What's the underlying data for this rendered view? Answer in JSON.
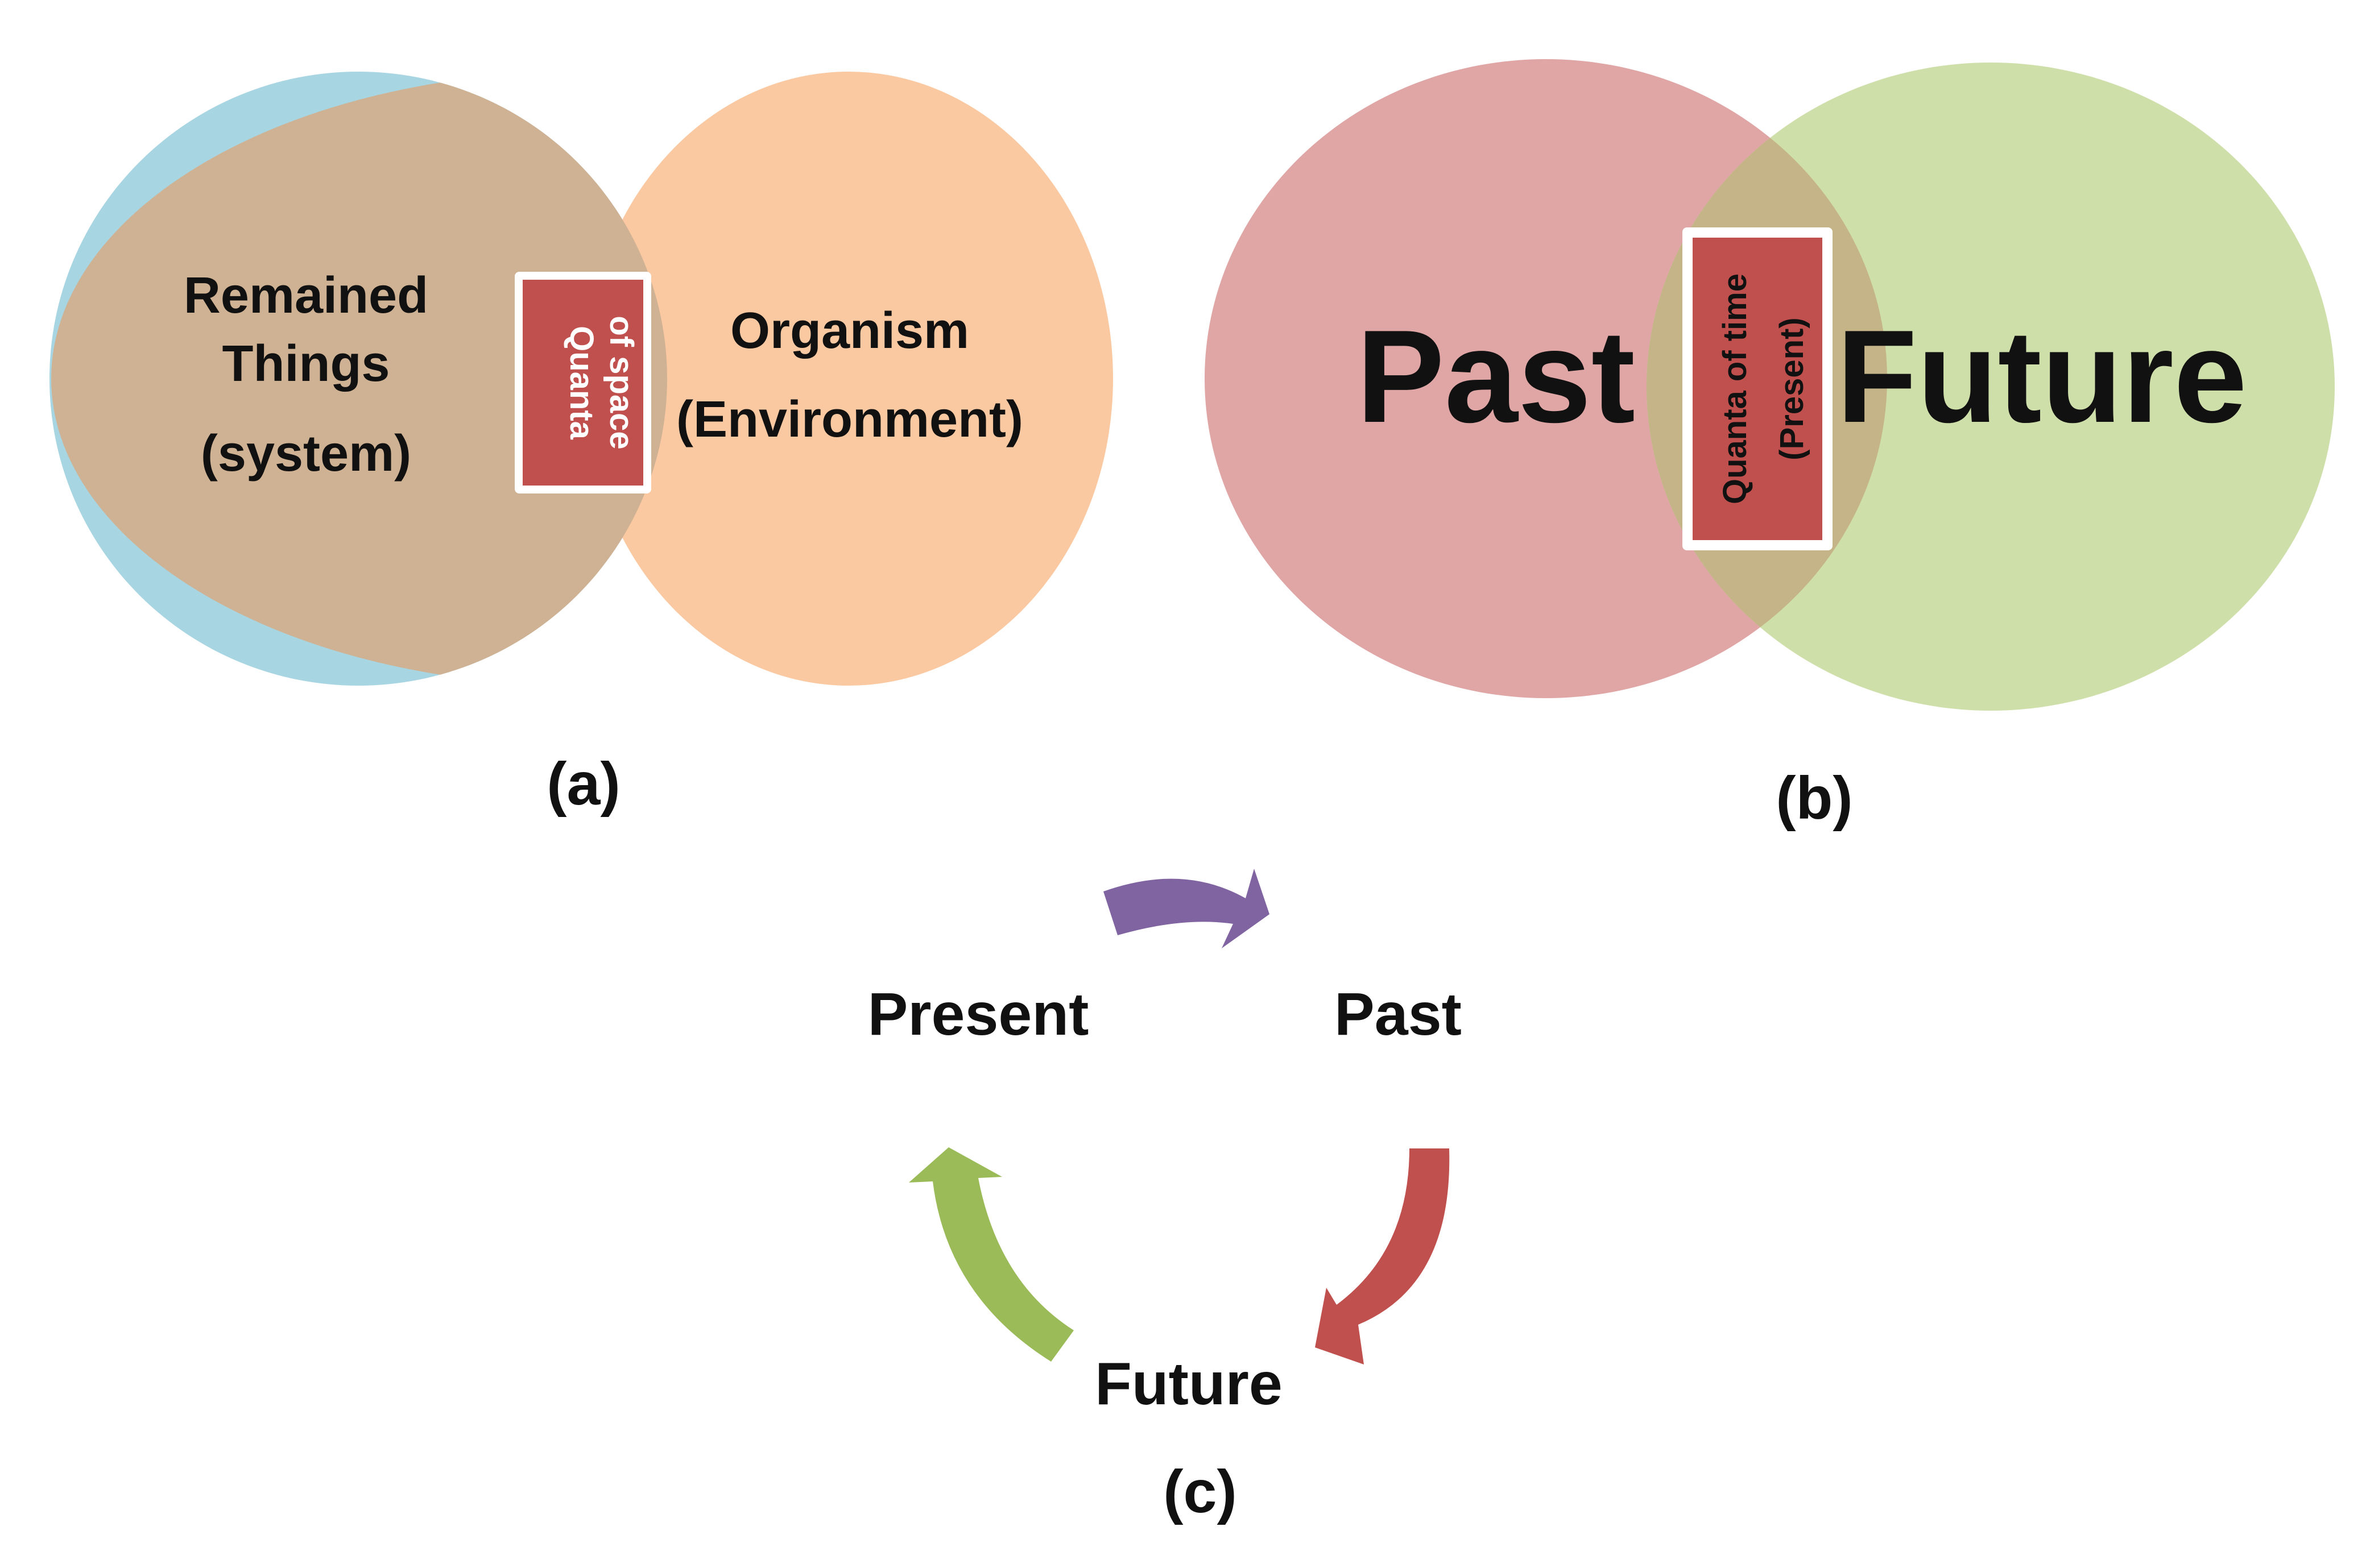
{
  "panel_a": {
    "left_circle": {
      "line1": "Remained",
      "line2": "Things",
      "line3": "(system)",
      "color": "#a8d5e2"
    },
    "right_circle": {
      "line1": "Organism",
      "line2": "(Environment)",
      "color": "#fac9a1"
    },
    "overlap_color": "#cfb293",
    "box": {
      "line1": "Quanta",
      "line2": "of space",
      "color": "#c0504d"
    },
    "caption": "(a)"
  },
  "panel_b": {
    "left_circle": {
      "label": "Past",
      "color": "#e0a6a6"
    },
    "right_circle": {
      "label": "Future",
      "color": "#cfdfaa"
    },
    "overlap_color": "#c4b487",
    "box": {
      "line1": "Quanta of time",
      "line2": "(Present)",
      "color": "#c0504d"
    },
    "caption": "(b)"
  },
  "panel_c": {
    "labels": {
      "present": "Present",
      "past": "Past",
      "future": "Future"
    },
    "arrows": {
      "present_to_past": {
        "color": "#8064a2",
        "icon": "curved-arrow-icon"
      },
      "past_to_future": {
        "color": "#c0504d",
        "icon": "curved-arrow-icon"
      },
      "future_to_present": {
        "color": "#9bbb59",
        "icon": "curved-arrow-icon"
      }
    },
    "caption": "(c)"
  }
}
